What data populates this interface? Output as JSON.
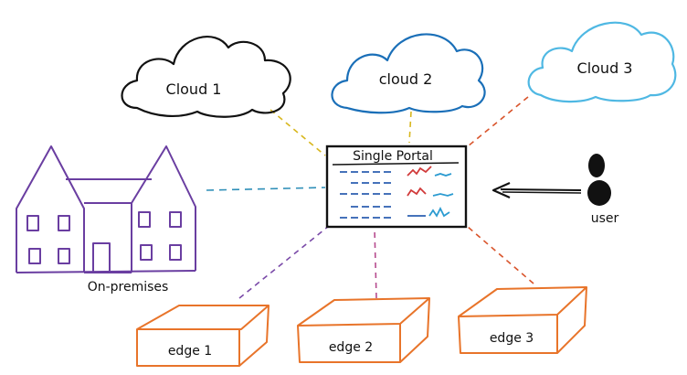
{
  "clouds": [
    {
      "label": "Cloud 1",
      "color": "#111111",
      "link_color": "#d8b71e"
    },
    {
      "label": "cloud 2",
      "color": "#1a6fb8",
      "link_color": "#d8b71e"
    },
    {
      "label": "Cloud 3",
      "color": "#4fb8e3",
      "link_color": "#d9542b"
    }
  ],
  "portal": {
    "title": "Single Portal",
    "border_color": "#111111",
    "widget_colors": [
      "#2c5fb0",
      "#d13a3a",
      "#2b9bd1"
    ]
  },
  "onprem": {
    "label": "On-premises",
    "color": "#6a3ea1",
    "link_color": "#2f8fb8"
  },
  "user": {
    "label": "user",
    "link_color": "#111111"
  },
  "edges": [
    {
      "label": "edge 1",
      "color": "#e8742a",
      "link_color": "#7a4aa8"
    },
    {
      "label": "edge 2",
      "color": "#e8742a",
      "link_color": "#b64b8e"
    },
    {
      "label": "edge 3",
      "color": "#e8742a",
      "link_color": "#d9542b"
    }
  ]
}
